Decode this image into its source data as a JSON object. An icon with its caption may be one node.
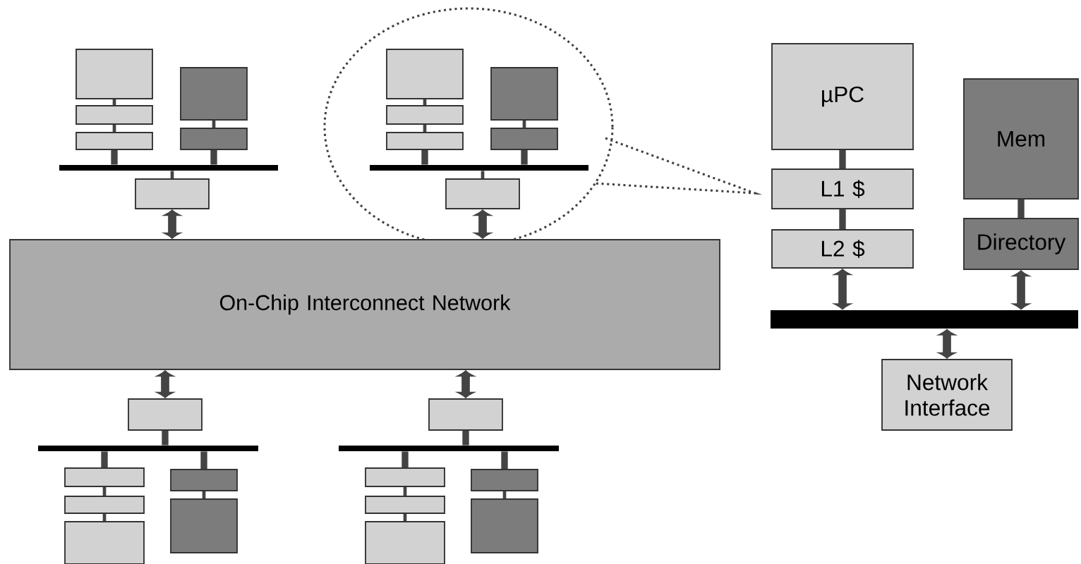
{
  "diagram": {
    "nodes": [
      {
        "text": [],
        "shape": "box"
      },
      {
        "text": [],
        "shape": "box"
      },
      {
        "text": [],
        "shape": "box"
      },
      {
        "text": [],
        "shape": "box"
      },
      {
        "text": [],
        "shape": "box"
      },
      {
        "text": [],
        "shape": "bar"
      },
      {
        "text": [],
        "shape": "box"
      },
      {
        "text": [],
        "shape": "box"
      },
      {
        "text": [],
        "shape": "box"
      },
      {
        "text": [],
        "shape": "box"
      },
      {
        "text": [],
        "shape": "box"
      },
      {
        "text": [],
        "shape": "box"
      },
      {
        "text": [],
        "shape": "bar"
      },
      {
        "text": [],
        "shape": "box"
      },
      {
        "text": [
          "On-Chip Interconnect Network"
        ]
      },
      {
        "text": [],
        "shape": "box"
      },
      {
        "text": [],
        "shape": "box"
      },
      {
        "text": [],
        "shape": "box"
      },
      {
        "text": [],
        "shape": "box"
      },
      {
        "text": [],
        "shape": "box"
      },
      {
        "text": [],
        "shape": "bar"
      },
      {
        "text": [],
        "shape": "box"
      },
      {
        "text": [],
        "shape": "box"
      },
      {
        "text": [],
        "shape": "box"
      },
      {
        "text": [],
        "shape": "box"
      },
      {
        "text": [],
        "shape": "box"
      },
      {
        "text": [],
        "shape": "box"
      },
      {
        "text": [],
        "shape": "bar"
      },
      {
        "text": [],
        "shape": "box"
      },
      {
        "text": [
          "µPC"
        ]
      },
      {
        "text": [
          "L1 $"
        ]
      },
      {
        "text": [
          "L2 $"
        ]
      },
      {
        "text": [
          "Mem"
        ]
      },
      {
        "text": [
          "Directory"
        ]
      },
      {
        "text": [],
        "shape": "bar"
      },
      {
        "text": [
          "Network Interface"
        ]
      }
    ],
    "edges": [
      {
        "from": 0,
        "to": 1,
        "arrow": "none"
      },
      {
        "from": 1,
        "to": 2,
        "arrow": "none"
      },
      {
        "from": 2,
        "to": 5,
        "arrow": "none"
      },
      {
        "from": 3,
        "to": 4,
        "arrow": "none"
      },
      {
        "from": 4,
        "to": 5,
        "arrow": "none"
      },
      {
        "from": 5,
        "to": 6,
        "arrow": "none"
      },
      {
        "from": 6,
        "to": 14,
        "arrow": "both"
      },
      {
        "from": 7,
        "to": 8,
        "arrow": "none"
      },
      {
        "from": 8,
        "to": 9,
        "arrow": "none"
      },
      {
        "from": 9,
        "to": 12,
        "arrow": "none"
      },
      {
        "from": 10,
        "to": 11,
        "arrow": "none"
      },
      {
        "from": 11,
        "to": 12,
        "arrow": "none"
      },
      {
        "from": 12,
        "to": 13,
        "arrow": "none"
      },
      {
        "from": 13,
        "to": 14,
        "arrow": "both"
      },
      {
        "from": 15,
        "to": 16,
        "arrow": "none"
      },
      {
        "from": 16,
        "to": 17,
        "arrow": "none"
      },
      {
        "from": 17,
        "to": 20,
        "arrow": "none"
      },
      {
        "from": 18,
        "to": 19,
        "arrow": "none"
      },
      {
        "from": 19,
        "to": 20,
        "arrow": "none"
      },
      {
        "from": 20,
        "to": 21,
        "arrow": "none"
      },
      {
        "from": 21,
        "to": 14,
        "arrow": "both"
      },
      {
        "from": 22,
        "to": 23,
        "arrow": "none"
      },
      {
        "from": 23,
        "to": 24,
        "arrow": "none"
      },
      {
        "from": 24,
        "to": 27,
        "arrow": "none"
      },
      {
        "from": 25,
        "to": 26,
        "arrow": "none"
      },
      {
        "from": 26,
        "to": 27,
        "arrow": "none"
      },
      {
        "from": 27,
        "to": 28,
        "arrow": "none"
      },
      {
        "from": 28,
        "to": 14,
        "arrow": "both"
      },
      {
        "from": 29,
        "to": 30,
        "arrow": "none"
      },
      {
        "from": 30,
        "to": 31,
        "arrow": "none"
      },
      {
        "from": 31,
        "to": 34,
        "arrow": "both"
      },
      {
        "from": 32,
        "to": 33,
        "arrow": "none"
      },
      {
        "from": 33,
        "to": 34,
        "arrow": "both"
      },
      {
        "from": 34,
        "to": 35,
        "arrow": "both"
      }
    ]
  }
}
